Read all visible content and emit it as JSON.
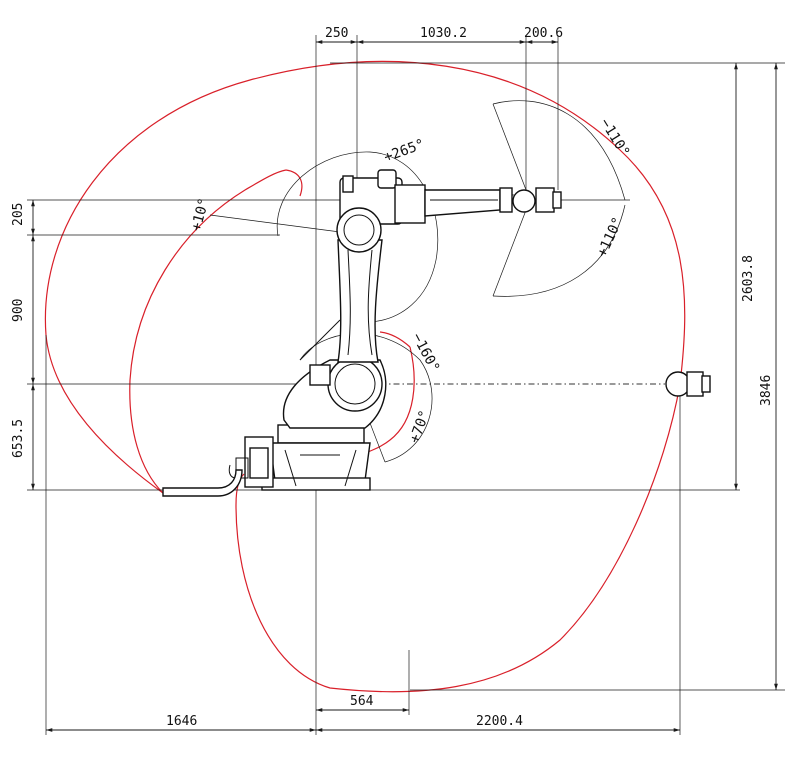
{
  "dimensions": {
    "top_a": "250",
    "top_b": "1030.2",
    "top_c": "200.6",
    "left_a": "205",
    "left_b": "900",
    "left_c": "653.5",
    "right_a": "2603.8",
    "right_b": "3846",
    "bottom_a": "564",
    "bottom_b": "1646",
    "bottom_c": "2200.4"
  },
  "angles": {
    "j3_plus": "+265°",
    "j3_minus_small": "+10°",
    "j5_minus": "−110°",
    "j5_plus": "+110°",
    "j2_minus": "−160°",
    "j2_plus": "+70°"
  },
  "colors": {
    "reach_envelope": "#d9202a",
    "line": "#1a1a1a"
  }
}
